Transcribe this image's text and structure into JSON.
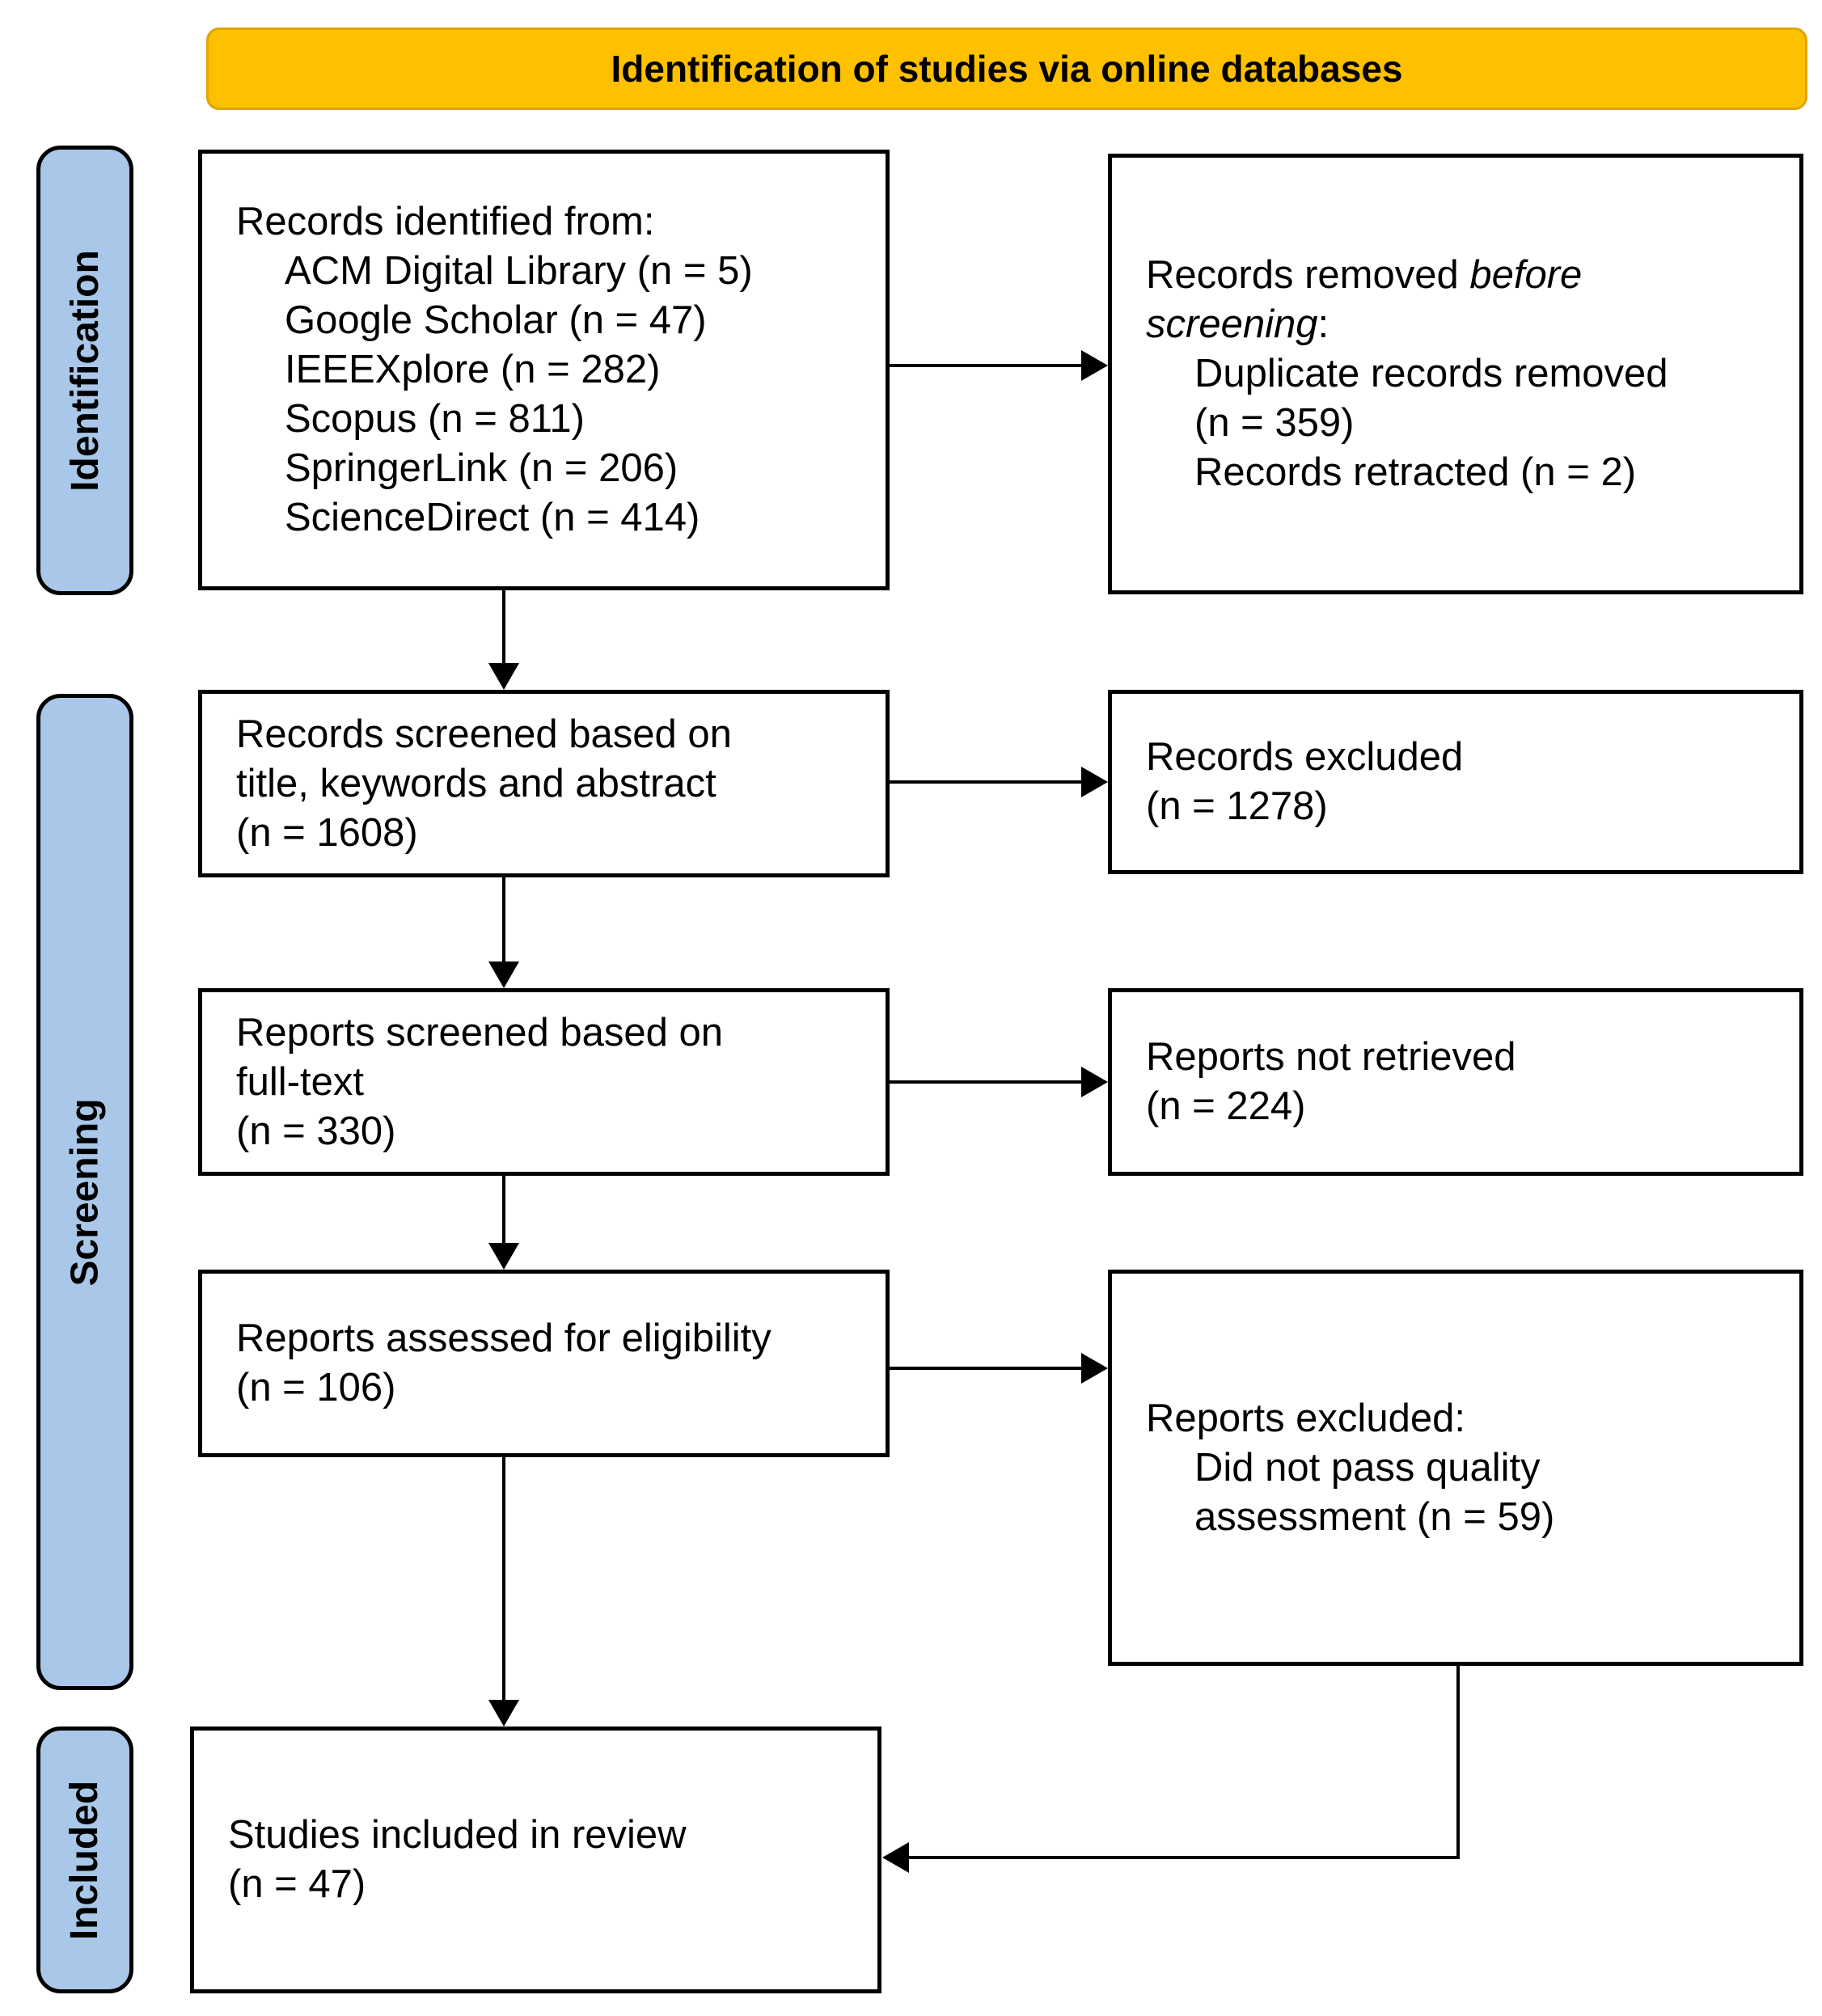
{
  "header": {
    "title": "Identification of studies via online databases"
  },
  "sidebar": [
    {
      "label": "Identification"
    },
    {
      "label": "Screening"
    },
    {
      "label": "Included"
    }
  ],
  "flow": {
    "records_identified": {
      "heading": "Records identified from:",
      "sources": [
        "ACM Digital Library (n = 5)",
        "Google Scholar (n = 47)",
        "IEEEXplore (n = 282)",
        "Scopus (n = 811)",
        "SpringerLink (n = 206)",
        "ScienceDirect (n = 414)"
      ]
    },
    "records_removed": {
      "heading_prefix": "Records removed ",
      "heading_italic": "before screening",
      "heading_suffix": ":",
      "reasons": [
        "Duplicate records removed (n = 359)",
        "Records retracted (n = 2)"
      ]
    },
    "records_screened": {
      "text": "Records screened based on title, keywords and abstract",
      "count": "(n = 1608)"
    },
    "records_excluded": {
      "text": "Records excluded",
      "count": "(n = 1278)"
    },
    "reports_screened": {
      "text": "Reports screened based on full-text",
      "count": "(n = 330)"
    },
    "reports_not_retrieved": {
      "text": "Reports not retrieved",
      "count": "(n = 224)"
    },
    "reports_assessed": {
      "text": "Reports assessed for eligibility",
      "count": "(n = 106)"
    },
    "reports_excluded": {
      "heading": "Reports excluded:",
      "reasons": [
        "Did not pass quality assessment (n = 59)"
      ]
    },
    "studies_included": {
      "text": "Studies included in review",
      "count": "(n = 47)"
    }
  },
  "colors": {
    "header_bg": "#FFC000",
    "header_border": "#DFA400",
    "stage_bg": "#A9C7E8",
    "line": "#000000",
    "box_bg": "#FFFFFF"
  }
}
